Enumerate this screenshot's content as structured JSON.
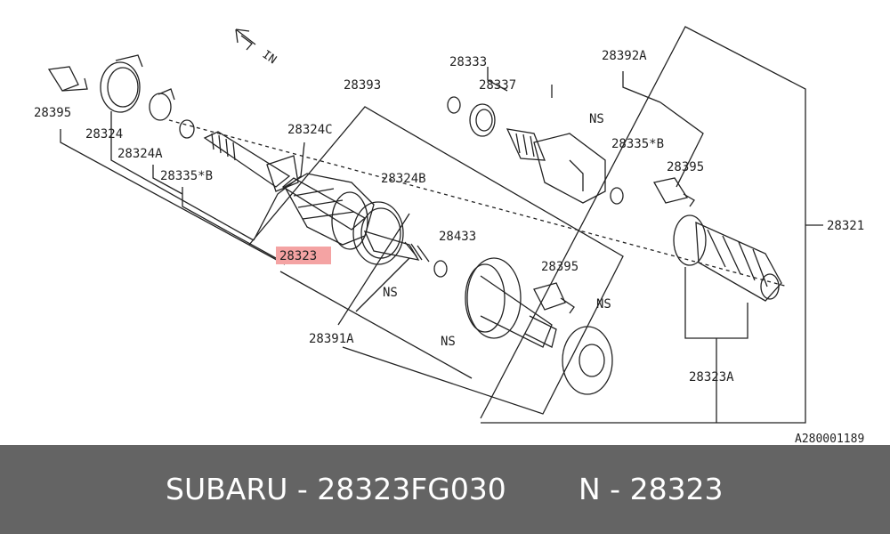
{
  "diagram": {
    "direction_label": "IN",
    "diagram_code": "A280001189",
    "highlight_color": "#f4a3a3",
    "parts": {
      "p28395_left": "28395",
      "p28324": "28324",
      "p28324A": "28324A",
      "p28335B_left": "28335*B",
      "p28324C": "28324C",
      "p28393": "28393",
      "p28324B": "28324B",
      "p28323": "28323",
      "p28433": "28433",
      "ns_1": "NS",
      "p28391A": "28391A",
      "ns_2": "NS",
      "p28395_mid": "28395",
      "ns_3": "NS",
      "p28333": "28333",
      "p28337": "28337",
      "p28392A": "28392A",
      "ns_4": "NS",
      "p28335B_right": "28335*B",
      "p28395_right": "28395",
      "p28321": "28321",
      "p28323A": "28323A"
    }
  },
  "footer": {
    "left_text": "SUBARU - 28323FG030",
    "right_text": "N - 28323"
  }
}
